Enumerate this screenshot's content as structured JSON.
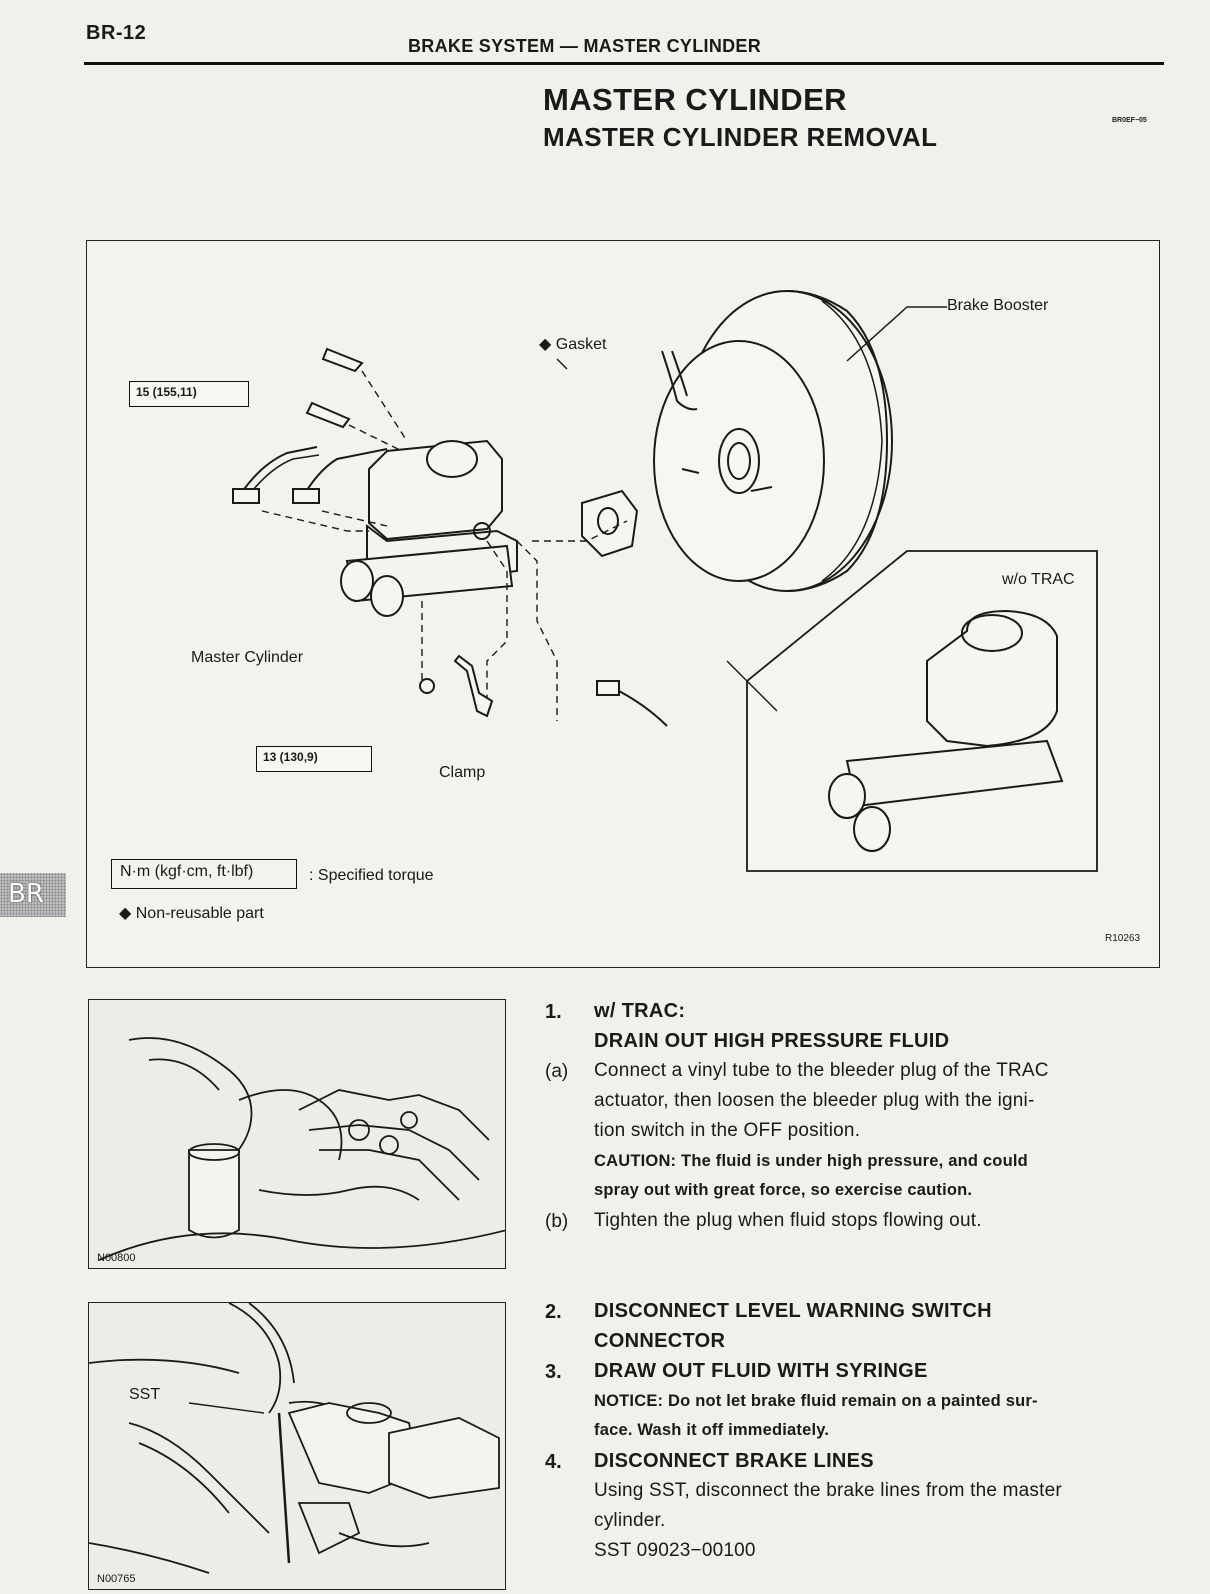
{
  "header": {
    "page_number": "BR-12",
    "running_head": "BRAKE SYSTEM — MASTER CYLINDER",
    "title": "MASTER CYLINDER",
    "subtitle": "MASTER CYLINDER REMOVAL",
    "ref_code": "BR0EF−05"
  },
  "figure_main": {
    "labels": {
      "brake_booster": "Brake Booster",
      "gasket": "◆ Gasket",
      "master_cylinder": "Master Cylinder",
      "clamp": "Clamp",
      "wo_trac": "w/o TRAC"
    },
    "torques": {
      "top": "15 (155,11)",
      "bottom": "13 (130,9)"
    },
    "legend": {
      "torque_units": "N·m (kgf·cm, ft·lbf)",
      "torque_desc": ": Specified torque",
      "non_reusable": "◆ Non-reusable part"
    },
    "code": "R10263"
  },
  "side_tab": "BR",
  "figure_1": {
    "code": "N00800"
  },
  "figure_2": {
    "code": "N00765",
    "sst_label": "SST"
  },
  "steps": {
    "s1": {
      "num": "1.",
      "title_line1": "w/ TRAC:",
      "title_line2": "DRAIN OUT HIGH PRESSURE FLUID",
      "a_mark": "(a)",
      "a_line1": "Connect a vinyl tube to the bleeder plug of the TRAC",
      "a_line2": "actuator, then loosen the bleeder plug with the igni-",
      "a_line3": "tion switch in the OFF position.",
      "caution_line1": "CAUTION: The fluid is under high pressure, and could",
      "caution_line2": "spray out with great force, so exercise caution.",
      "b_mark": "(b)",
      "b_line1": "Tighten the plug when fluid stops flowing out."
    },
    "s2": {
      "num": "2.",
      "line1": "DISCONNECT LEVEL WARNING SWITCH",
      "line2": "CONNECTOR"
    },
    "s3": {
      "num": "3.",
      "line1": "DRAW OUT FLUID WITH SYRINGE",
      "notice_line1": "NOTICE: Do not let brake fluid remain on a painted sur-",
      "notice_line2": "face. Wash it off immediately."
    },
    "s4": {
      "num": "4.",
      "line1": "DISCONNECT BRAKE LINES",
      "body_line1": "Using SST, disconnect the brake lines from the master",
      "body_line2": "cylinder.",
      "body_line3": "SST 09023−00100"
    }
  }
}
